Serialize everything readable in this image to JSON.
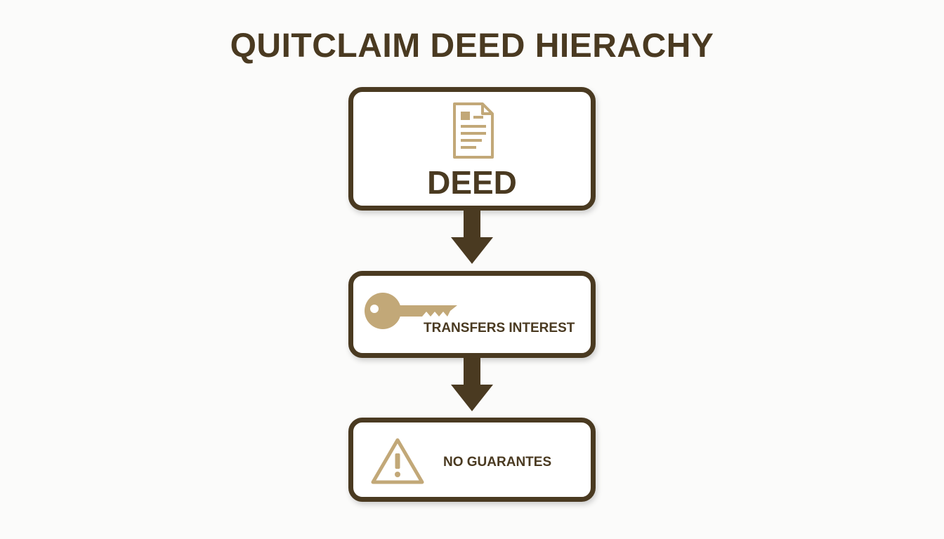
{
  "title": "QUITCLAIM DEED HIERACHY",
  "nodes": [
    {
      "label": "DEED",
      "icon": "document-icon"
    },
    {
      "label": "TRANSFERS INTEREST",
      "icon": "key-icon"
    },
    {
      "label": "NO GUARANTES",
      "icon": "warning-icon"
    }
  ],
  "colors": {
    "primary": "#4a3a21",
    "accent": "#c2a878",
    "background": "#fbfbfa"
  }
}
